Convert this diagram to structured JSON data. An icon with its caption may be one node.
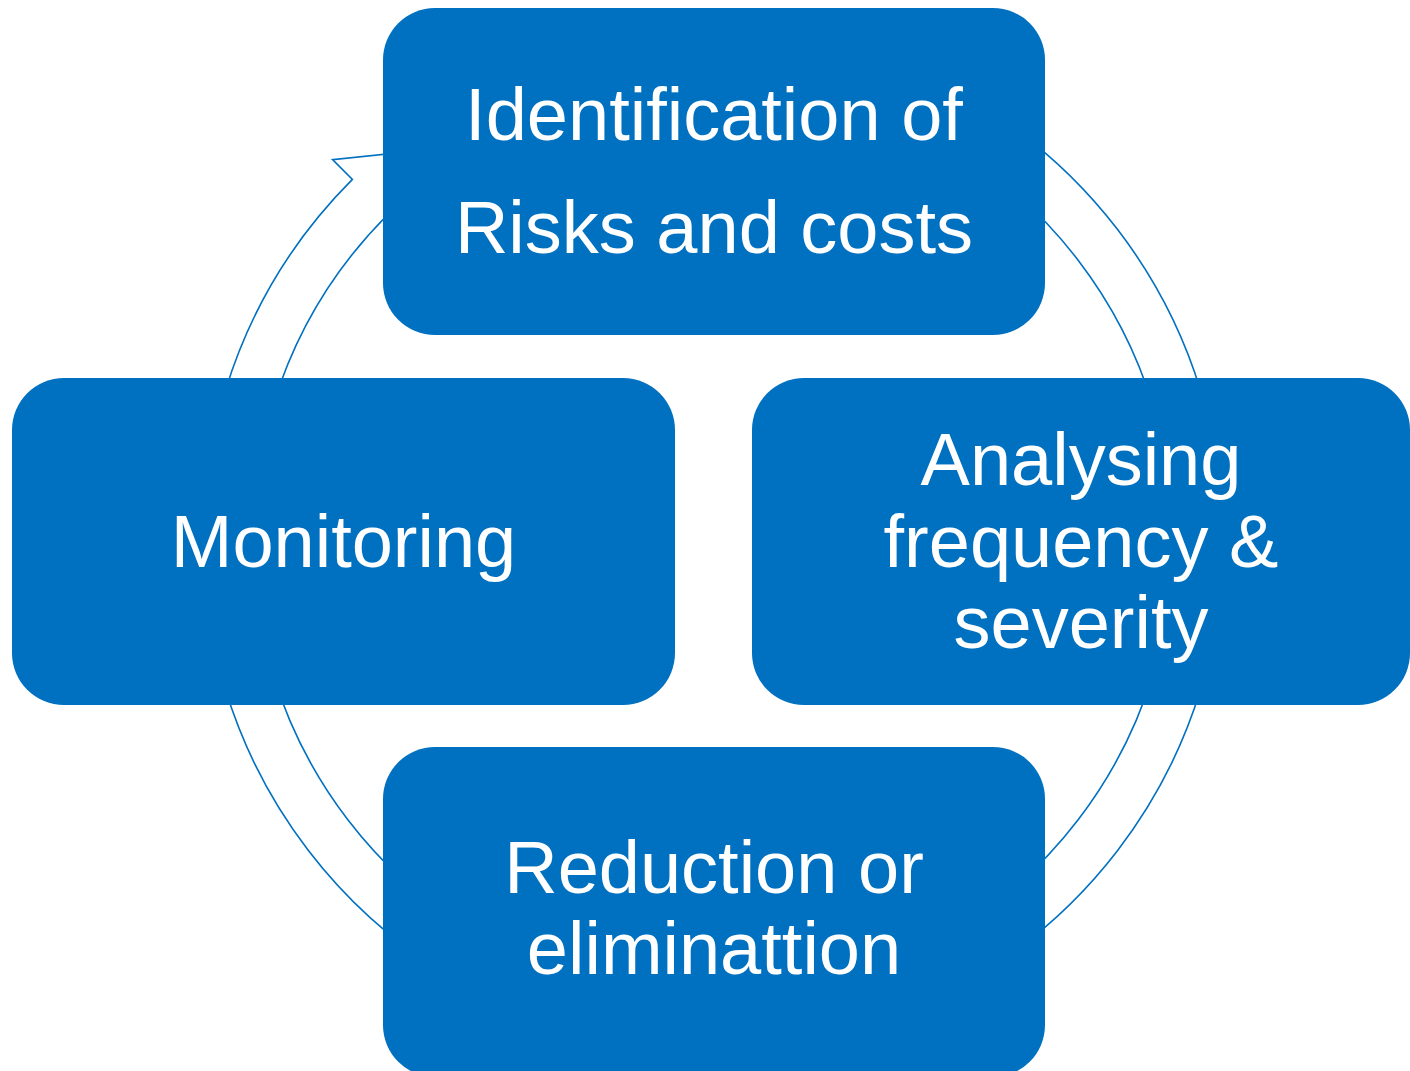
{
  "diagram": {
    "nodes": [
      {
        "text": [
          "Identification of Risks and costs"
        ]
      },
      {
        "text": [
          "Analysing frequency & severity"
        ]
      },
      {
        "text": [
          "Reduction or eliminattion"
        ]
      },
      {
        "text": [
          "Monitoring"
        ]
      }
    ],
    "edges": [
      {
        "from": 0,
        "to": 1,
        "arrow": "none"
      },
      {
        "from": 1,
        "to": 2,
        "arrow": "none"
      },
      {
        "from": 2,
        "to": 3,
        "arrow": "none"
      },
      {
        "from": 3,
        "to": 0,
        "arrow": "to"
      }
    ]
  }
}
